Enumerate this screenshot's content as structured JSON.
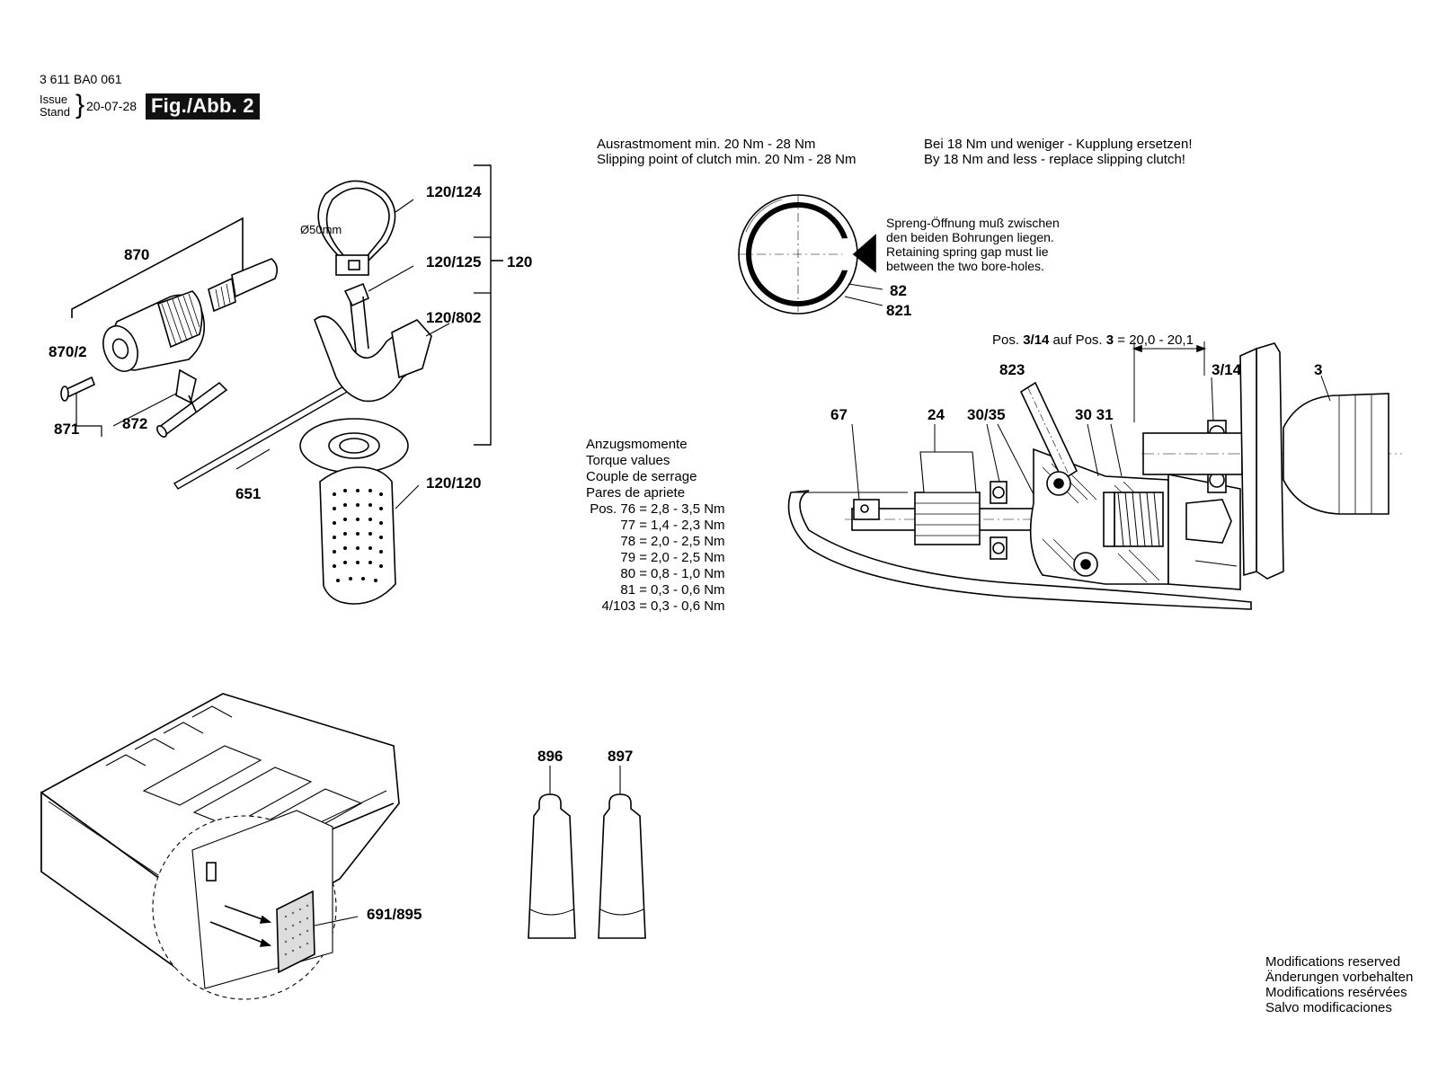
{
  "header": {
    "doc_number": "3 611 BA0 061",
    "issue_label": "Issue",
    "stand_label": "Stand",
    "date": "20-07-28",
    "figure": "Fig./Abb. 2"
  },
  "clutch_note": {
    "de": "Ausrastmoment min. 20 Nm - 28 Nm",
    "en": "Slipping point of clutch min. 20 Nm - 28 Nm"
  },
  "replace_note": {
    "de": "Bei 18 Nm und weniger - Kupplung ersetzen!",
    "en": "By 18 Nm and less - replace slipping clutch!"
  },
  "spring_note": {
    "l1": "Spreng-Öffnung muß zwischen",
    "l2": "den beiden Bohrungen liegen.",
    "l3": "Retaining spring gap must lie",
    "l4": "between the two bore-holes."
  },
  "dimension_note": {
    "prefix": "Pos. ",
    "p1": "3/14",
    "mid": " auf Pos. ",
    "p2": "3",
    "value": " = 20,0 - 20,1"
  },
  "torque": {
    "titles": [
      "Anzugsmomente",
      "Torque values",
      "Couple de serrage",
      "Pares de apriete"
    ],
    "rows": [
      {
        "pos": "Pos. 76 =",
        "value": "2,8 - 3,5 Nm"
      },
      {
        "pos": "77 =",
        "value": "1,4 - 2,3 Nm"
      },
      {
        "pos": "78 =",
        "value": "2,0 - 2,5 Nm"
      },
      {
        "pos": "79 =",
        "value": "2,0 - 2,5 Nm"
      },
      {
        "pos": "80 =",
        "value": "0,8 - 1,0 Nm"
      },
      {
        "pos": "81 =",
        "value": "0,3 - 0,6 Nm"
      },
      {
        "pos": "4/103 =",
        "value": "0,3 - 0,6 Nm"
      }
    ]
  },
  "diameter_label": "Ø50mm",
  "part_labels": {
    "p870": "870",
    "p870_2": "870/2",
    "p871": "871",
    "p872": "872",
    "p651": "651",
    "p120_124": "120/124",
    "p120_125": "120/125",
    "p120": "120",
    "p120_802": "120/802",
    "p120_120": "120/120",
    "p82": "82",
    "p821": "821",
    "p67": "67",
    "p24": "24",
    "p30_35": "30/35",
    "p823": "823",
    "p30_31": "30 31",
    "p3_14": "3/14",
    "p3": "3",
    "p896": "896",
    "p897": "897",
    "p691_895": "691/895"
  },
  "modifications": {
    "en": "Modifications reserved",
    "de": "Änderungen vorbehalten",
    "fr": "Modifications resérvées",
    "es": "Salvo modificaciones"
  }
}
